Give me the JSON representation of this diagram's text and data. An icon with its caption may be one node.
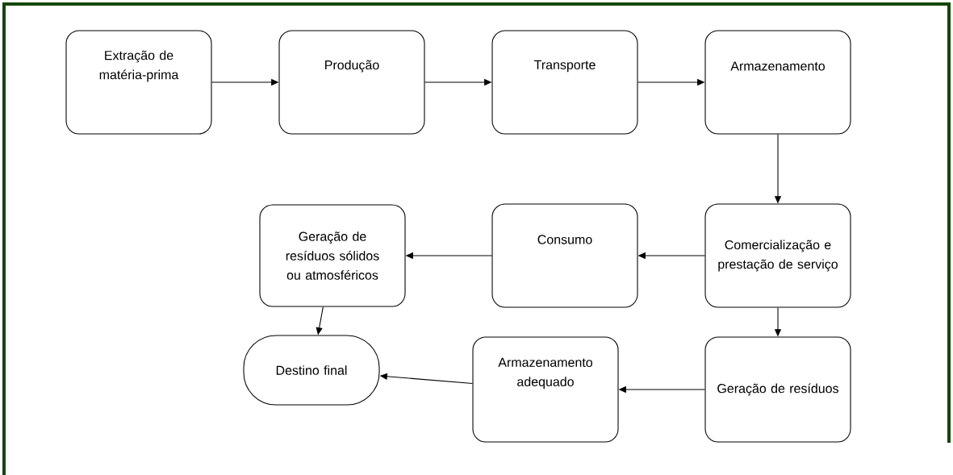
{
  "diagram": {
    "nodes": [
      {
        "text": [
          "Extração de matéria-prima"
        ]
      },
      {
        "text": [
          "Produção"
        ]
      },
      {
        "text": [
          "Transporte"
        ]
      },
      {
        "text": [
          "Armazenamento"
        ]
      },
      {
        "text": [
          "Geração de resíduos sólidos ou atmosféricos"
        ]
      },
      {
        "text": [
          "Consumo"
        ]
      },
      {
        "text": [
          "Comercialização e prestação de serviço"
        ]
      },
      {
        "text": [
          "Destino final"
        ]
      },
      {
        "text": [
          "Armazenamento adequado"
        ]
      },
      {
        "text": [
          "Geração de resíduos"
        ]
      }
    ],
    "edges": [
      {
        "from": 0,
        "to": 1,
        "arrow": "to"
      },
      {
        "from": 1,
        "to": 2,
        "arrow": "to"
      },
      {
        "from": 2,
        "to": 3,
        "arrow": "to"
      },
      {
        "from": 3,
        "to": 6,
        "arrow": "to"
      },
      {
        "from": 6,
        "to": 5,
        "arrow": "to"
      },
      {
        "from": 5,
        "to": 4,
        "arrow": "to"
      },
      {
        "from": 4,
        "to": 7,
        "arrow": "to"
      },
      {
        "from": 6,
        "to": 9,
        "arrow": "to"
      },
      {
        "from": 9,
        "to": 8,
        "arrow": "to"
      },
      {
        "from": 8,
        "to": 7,
        "arrow": "to"
      }
    ]
  }
}
